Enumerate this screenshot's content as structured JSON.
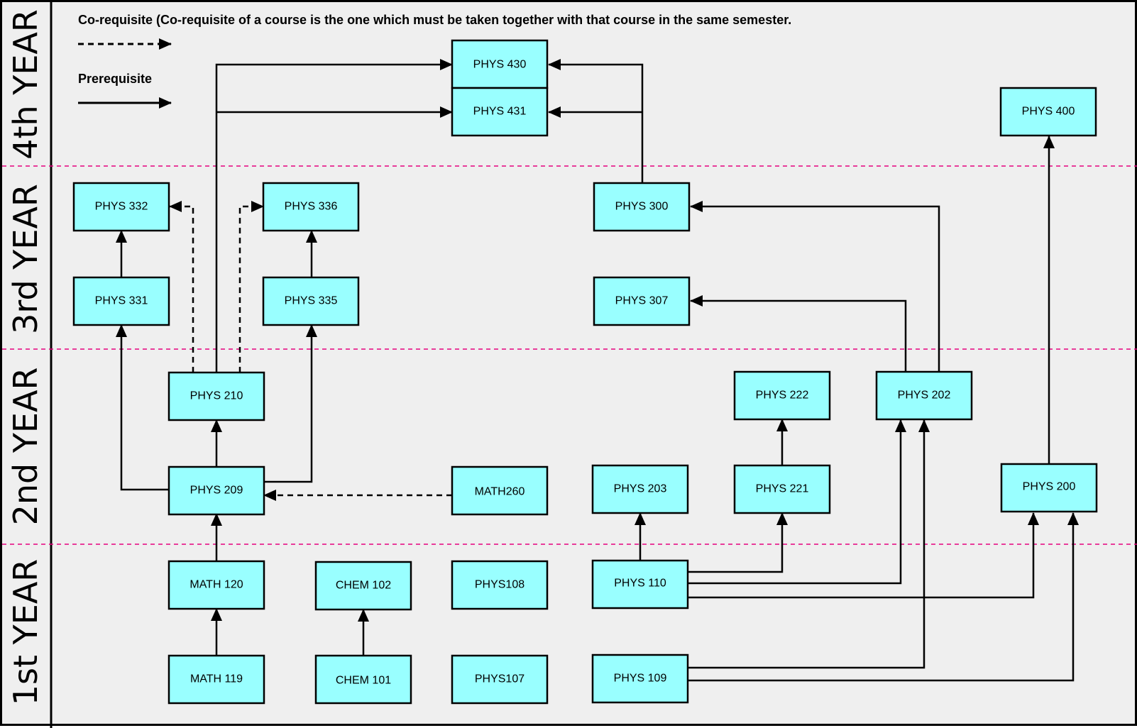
{
  "colors": {
    "background": "#efefef",
    "course_fill": "#99ffff",
    "course_border": "#000000",
    "divider": "#e6007e",
    "arrow": "#000000"
  },
  "legend": {
    "corequisite_label": "Co-requisite (Co-requisite of a course is the one which must be taken together with that course in the same semester.",
    "prerequisite_label": "Prerequisite"
  },
  "years": [
    {
      "id": "year4",
      "label": "4th YEAR"
    },
    {
      "id": "year3",
      "label": "3rd YEAR"
    },
    {
      "id": "year2",
      "label": "2nd YEAR"
    },
    {
      "id": "year1",
      "label": "1st YEAR"
    }
  ],
  "courses": [
    {
      "id": "phys430",
      "label": "PHYS 430",
      "year": "4th YEAR"
    },
    {
      "id": "phys431",
      "label": "PHYS 431",
      "year": "4th YEAR"
    },
    {
      "id": "phys400",
      "label": "PHYS 400",
      "year": "4th YEAR"
    },
    {
      "id": "phys332",
      "label": "PHYS 332",
      "year": "3rd YEAR"
    },
    {
      "id": "phys336",
      "label": "PHYS 336",
      "year": "3rd YEAR"
    },
    {
      "id": "phys300",
      "label": "PHYS 300",
      "year": "3rd YEAR"
    },
    {
      "id": "phys331",
      "label": "PHYS 331",
      "year": "3rd YEAR"
    },
    {
      "id": "phys335",
      "label": "PHYS 335",
      "year": "3rd YEAR"
    },
    {
      "id": "phys307",
      "label": "PHYS 307",
      "year": "3rd YEAR"
    },
    {
      "id": "phys210",
      "label": "PHYS 210",
      "year": "2nd YEAR"
    },
    {
      "id": "phys222",
      "label": "PHYS 222",
      "year": "2nd YEAR"
    },
    {
      "id": "phys202",
      "label": "PHYS 202",
      "year": "2nd YEAR"
    },
    {
      "id": "phys209",
      "label": "PHYS 209",
      "year": "2nd YEAR"
    },
    {
      "id": "math260",
      "label": "MATH260",
      "year": "2nd YEAR"
    },
    {
      "id": "phys203",
      "label": "PHYS 203",
      "year": "2nd YEAR"
    },
    {
      "id": "phys221",
      "label": "PHYS 221",
      "year": "2nd YEAR"
    },
    {
      "id": "phys200",
      "label": "PHYS 200",
      "year": "2nd YEAR"
    },
    {
      "id": "math120",
      "label": "MATH 120",
      "year": "1st YEAR"
    },
    {
      "id": "chem102",
      "label": "CHEM 102",
      "year": "1st YEAR"
    },
    {
      "id": "phys108",
      "label": "PHYS108",
      "year": "1st YEAR"
    },
    {
      "id": "phys110",
      "label": "PHYS 110",
      "year": "1st YEAR"
    },
    {
      "id": "math119",
      "label": "MATH 119",
      "year": "1st YEAR"
    },
    {
      "id": "chem101",
      "label": "CHEM 101",
      "year": "1st YEAR"
    },
    {
      "id": "phys107",
      "label": "PHYS107",
      "year": "1st YEAR"
    },
    {
      "id": "phys109",
      "label": "PHYS 109",
      "year": "1st YEAR"
    }
  ],
  "prerequisites": [
    {
      "from": "PHYS 210",
      "to": "PHYS 430"
    },
    {
      "from": "PHYS 210",
      "to": "PHYS 431"
    },
    {
      "from": "PHYS 300",
      "to": "PHYS 430"
    },
    {
      "from": "PHYS 300",
      "to": "PHYS 431"
    },
    {
      "from": "PHYS 331",
      "to": "PHYS 332"
    },
    {
      "from": "PHYS 335",
      "to": "PHYS 336"
    },
    {
      "from": "PHYS 209",
      "to": "PHYS 331"
    },
    {
      "from": "PHYS 209",
      "to": "PHYS 210"
    },
    {
      "from": "PHYS 209",
      "to": "PHYS 335"
    },
    {
      "from": "MATH 120",
      "to": "PHYS 209"
    },
    {
      "from": "MATH 119",
      "to": "MATH 120"
    },
    {
      "from": "CHEM 101",
      "to": "CHEM 102"
    },
    {
      "from": "PHYS 110",
      "to": "PHYS 203"
    },
    {
      "from": "PHYS 110",
      "to": "PHYS 221"
    },
    {
      "from": "PHYS 110",
      "to": "PHYS 202"
    },
    {
      "from": "PHYS 110",
      "to": "PHYS 200"
    },
    {
      "from": "PHYS 109",
      "to": "PHYS 202"
    },
    {
      "from": "PHYS 109",
      "to": "PHYS 200"
    },
    {
      "from": "PHYS 221",
      "to": "PHYS 222"
    },
    {
      "from": "PHYS 202",
      "to": "PHYS 307"
    },
    {
      "from": "PHYS 202",
      "to": "PHYS 300"
    },
    {
      "from": "PHYS 200",
      "to": "PHYS 400"
    }
  ],
  "corequisites": [
    {
      "from": "PHYS 210",
      "to": "PHYS 332"
    },
    {
      "from": "PHYS 210",
      "to": "PHYS 336"
    },
    {
      "from": "MATH260",
      "to": "PHYS 209"
    }
  ]
}
